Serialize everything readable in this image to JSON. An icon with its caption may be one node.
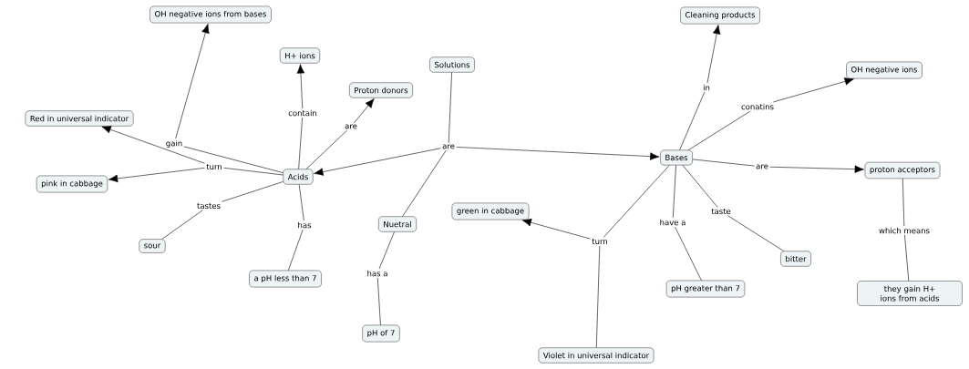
{
  "diagram": {
    "nodes": [
      {
        "text": [
          "OH negative ions from bases"
        ]
      },
      {
        "text": [
          "H+ ions"
        ]
      },
      {
        "text": [
          "Proton donors"
        ]
      },
      {
        "text": [
          "Solutions"
        ]
      },
      {
        "text": [
          "Red in universal indicator"
        ]
      },
      {
        "text": [
          "pink in cabbage"
        ]
      },
      {
        "text": [
          "Acids"
        ]
      },
      {
        "text": [
          "sour"
        ]
      },
      {
        "text": [
          "a pH less than 7"
        ]
      },
      {
        "text": [
          "Nuetral"
        ]
      },
      {
        "text": [
          "pH of 7"
        ]
      },
      {
        "text": [
          "Cleaning products"
        ]
      },
      {
        "text": [
          "OH negative ions"
        ]
      },
      {
        "text": [
          "Bases"
        ]
      },
      {
        "text": [
          "proton acceptors"
        ]
      },
      {
        "text": [
          "green in cabbage"
        ]
      },
      {
        "text": [
          "bitter"
        ]
      },
      {
        "text": [
          "pH greater than 7"
        ]
      },
      {
        "text": [
          "they gain H+ ions from acids"
        ]
      },
      {
        "text": [
          "Violet in universal indicator"
        ]
      },
      {
        "text": [
          "gain"
        ]
      },
      {
        "text": [
          "contain"
        ]
      },
      {
        "text": [
          "are"
        ]
      },
      {
        "text": [
          "turn"
        ]
      },
      {
        "text": [
          "tastes"
        ]
      },
      {
        "text": [
          "has"
        ]
      },
      {
        "text": [
          "are"
        ]
      },
      {
        "text": [
          "has a"
        ]
      },
      {
        "text": [
          "in"
        ]
      },
      {
        "text": [
          "conatins"
        ]
      },
      {
        "text": [
          "are"
        ]
      },
      {
        "text": [
          "have a"
        ]
      },
      {
        "text": [
          "taste"
        ]
      },
      {
        "text": [
          "turn"
        ]
      },
      {
        "text": [
          "which means"
        ]
      }
    ],
    "edges": [
      {
        "from": 6,
        "to": 20,
        "arrow": "none"
      },
      {
        "from": 20,
        "to": 0,
        "arrow": "to"
      },
      {
        "from": 6,
        "to": 21,
        "arrow": "none"
      },
      {
        "from": 21,
        "to": 1,
        "arrow": "to"
      },
      {
        "from": 6,
        "to": 22,
        "arrow": "none"
      },
      {
        "from": 22,
        "to": 2,
        "arrow": "to"
      },
      {
        "from": 6,
        "to": 23,
        "arrow": "none"
      },
      {
        "from": 23,
        "to": 4,
        "arrow": "to"
      },
      {
        "from": 23,
        "to": 5,
        "arrow": "to"
      },
      {
        "from": 6,
        "to": 24,
        "arrow": "none"
      },
      {
        "from": 24,
        "to": 7,
        "arrow": "none"
      },
      {
        "from": 6,
        "to": 25,
        "arrow": "none"
      },
      {
        "from": 25,
        "to": 8,
        "arrow": "none"
      },
      {
        "from": 3,
        "to": 26,
        "arrow": "none"
      },
      {
        "from": 26,
        "to": 6,
        "arrow": "to"
      },
      {
        "from": 26,
        "to": 13,
        "arrow": "to"
      },
      {
        "from": 26,
        "to": 9,
        "arrow": "none"
      },
      {
        "from": 9,
        "to": 27,
        "arrow": "none"
      },
      {
        "from": 27,
        "to": 10,
        "arrow": "none"
      },
      {
        "from": 13,
        "to": 28,
        "arrow": "none"
      },
      {
        "from": 28,
        "to": 11,
        "arrow": "to"
      },
      {
        "from": 13,
        "to": 29,
        "arrow": "none"
      },
      {
        "from": 29,
        "to": 12,
        "arrow": "to"
      },
      {
        "from": 13,
        "to": 30,
        "arrow": "none"
      },
      {
        "from": 30,
        "to": 14,
        "arrow": "to"
      },
      {
        "from": 13,
        "to": 31,
        "arrow": "none"
      },
      {
        "from": 31,
        "to": 17,
        "arrow": "none"
      },
      {
        "from": 13,
        "to": 32,
        "arrow": "none"
      },
      {
        "from": 32,
        "to": 16,
        "arrow": "none"
      },
      {
        "from": 13,
        "to": 33,
        "arrow": "none"
      },
      {
        "from": 33,
        "to": 15,
        "arrow": "to"
      },
      {
        "from": 33,
        "to": 19,
        "arrow": "none"
      },
      {
        "from": 14,
        "to": 34,
        "arrow": "none"
      },
      {
        "from": 34,
        "to": 18,
        "arrow": "none"
      }
    ]
  }
}
